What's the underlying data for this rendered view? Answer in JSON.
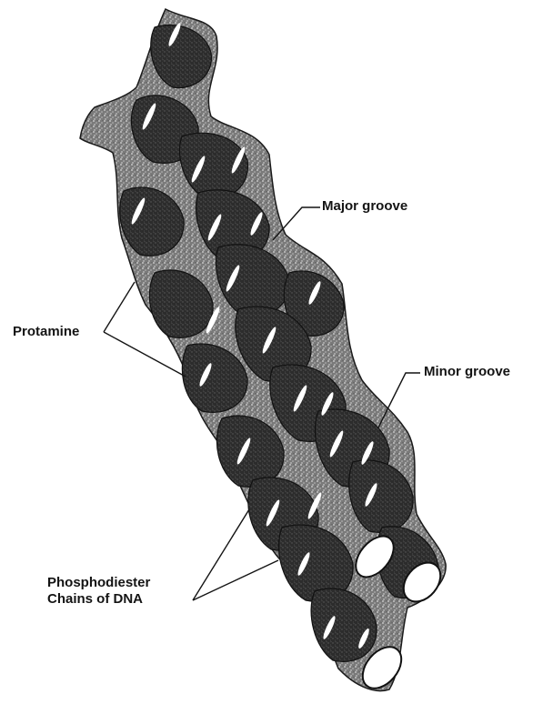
{
  "labels": {
    "major_groove": "Major groove",
    "minor_groove": "Minor groove",
    "protamine": "Protamine",
    "phospho_line1": "Phosphodiester",
    "phospho_line2": "Chains of DNA"
  },
  "colors": {
    "strand_dark": "#262626",
    "strand_mid": "#4a4a4a",
    "groove_light": "#9a9a9a",
    "highlight": "#ffffff",
    "ink": "#141414"
  }
}
